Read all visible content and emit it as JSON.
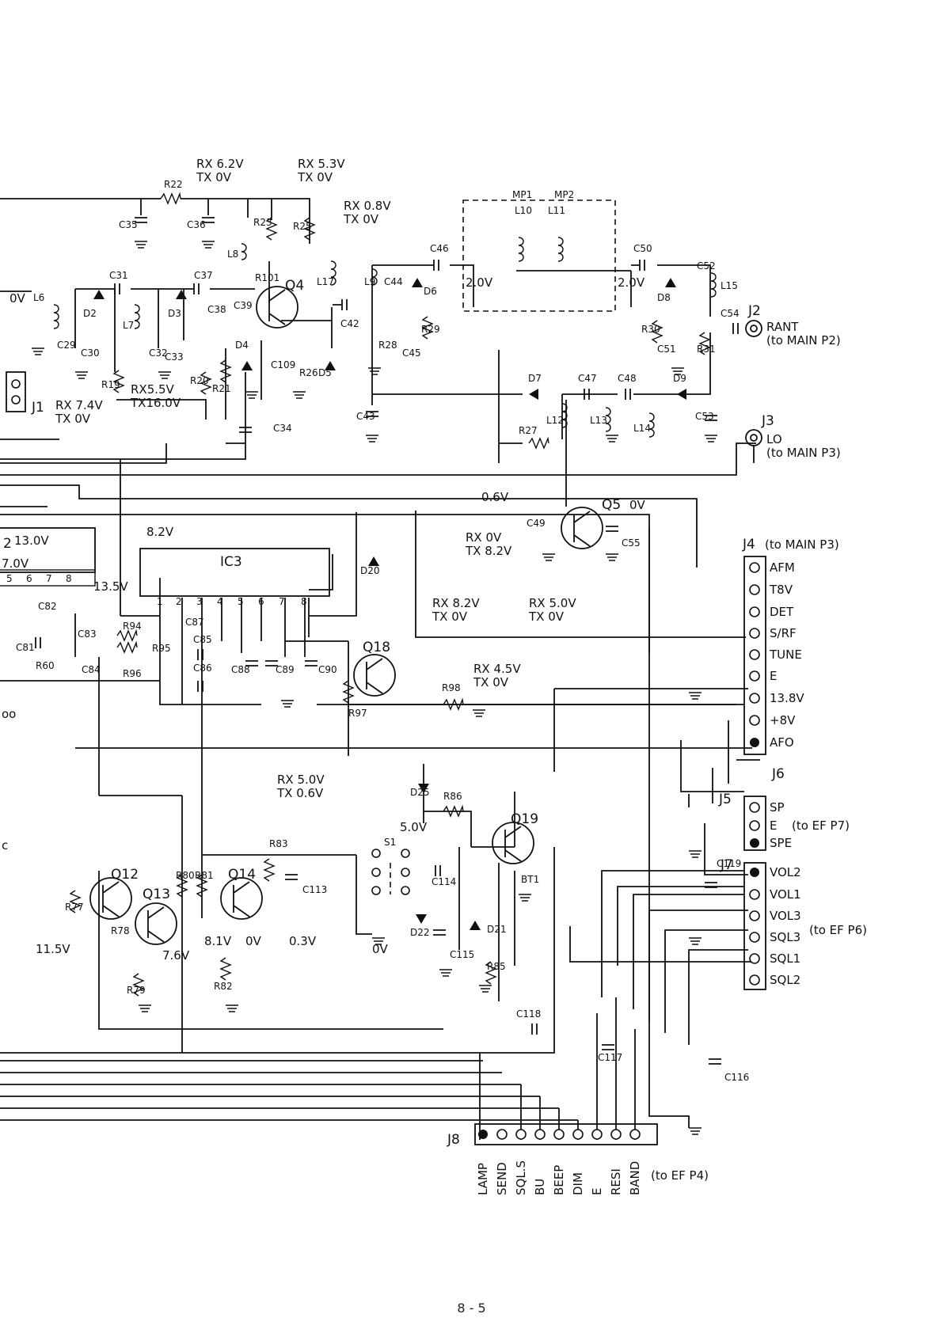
{
  "page_number": "8 - 5",
  "voltages": {
    "r22_node": [
      "RX 6.2V",
      "TX 0V"
    ],
    "q4_collector": [
      "RX 5.3V",
      "TX 0V"
    ],
    "r25_node": [
      "RX 0.8V",
      "TX 0V"
    ],
    "l6_node": "0V",
    "r29_node": "2.0V",
    "r30_node": "2.0V",
    "j1_node": [
      "RX 7.4V",
      "TX 0V"
    ],
    "r20_node": [
      "RX5.5V",
      "TX16.0V"
    ],
    "q5_base": "0.6V",
    "q5_emitter": "0V",
    "ic2_a": "13.0V",
    "ic2_b": "7.0V",
    "ic2_c": "13.5V",
    "supply_82": "8.2V",
    "ic3_out": [
      "RX 0V",
      "TX 8.2V"
    ],
    "j4_det": [
      "RX 8.2V",
      "TX 0V"
    ],
    "j4_srf": [
      "RX 5.0V",
      "TX 0V"
    ],
    "q18_base": [
      "RX 5.0V",
      "TX 0.6V"
    ],
    "r98_node": [
      "RX 4.5V",
      "TX 0V"
    ],
    "q19_node": "5.0V",
    "q12_node": "11.5V",
    "q13_node": "7.6V",
    "q14_base": "8.1V",
    "q14_emitter": "0V",
    "c113_node": "0.3V",
    "d22_node": "0V"
  },
  "components": {
    "transistors": [
      "Q4",
      "Q5",
      "Q18",
      "Q19",
      "Q12",
      "Q13",
      "Q14"
    ],
    "ic": [
      "IC3"
    ],
    "ic2_partial": "2",
    "ic3_pins": [
      "1",
      "2",
      "3",
      "4",
      "5",
      "6",
      "7",
      "8"
    ],
    "ic2_pins": [
      "5",
      "6",
      "7",
      "8"
    ],
    "labels_top": [
      "R22",
      "C35",
      "C36",
      "R23",
      "L8",
      "R101",
      "R25",
      "L17",
      "C109",
      "R26",
      "D5",
      "C42",
      "L9",
      "C44",
      "D6",
      "C46",
      "C45",
      "R28",
      "R29",
      "C43",
      "MP1",
      "MP2",
      "L10",
      "L11",
      "C50",
      "C52",
      "D8",
      "L15",
      "R30",
      "C51",
      "R31",
      "C54",
      "C53",
      "D7",
      "C47",
      "C48",
      "D9",
      "L12",
      "L13",
      "L14",
      "R27",
      "L6",
      "C29",
      "D2",
      "C30",
      "C31",
      "L7",
      "C32",
      "D3",
      "C33",
      "C37",
      "C38",
      "C39",
      "D4",
      "R19",
      "R20",
      "R21",
      "C34",
      "J1"
    ],
    "labels_mid": [
      "C49",
      "C55",
      "D20",
      "C82",
      "C83",
      "C81",
      "R60",
      "C84",
      "R94",
      "R95",
      "R96",
      "C87",
      "C85",
      "C86",
      "C88",
      "C89",
      "C90",
      "R97",
      "R98"
    ],
    "labels_bottom": [
      "D25",
      "R86",
      "S1",
      "C114",
      "BT1",
      "D21",
      "D22",
      "C115",
      "R85",
      "R77",
      "R78",
      "R79",
      "R80",
      "R81",
      "R82",
      "R83",
      "C113",
      "C118",
      "C117",
      "C116",
      "C119"
    ]
  },
  "connectors": {
    "j2": {
      "name": "J2",
      "label": "RANT",
      "note": "(to MAIN P2)"
    },
    "j3": {
      "name": "J3",
      "label": "LO",
      "note": "(to MAIN P3)"
    },
    "j4": {
      "name": "J4",
      "note": "(to MAIN P3)",
      "pins": [
        "AFM",
        "T8V",
        "DET",
        "S/RF",
        "TUNE",
        "E",
        "13.8V",
        "+8V",
        "AFO"
      ]
    },
    "j5": {
      "name": "J5",
      "note": "(to EF P7)",
      "pins": [
        "SP",
        "E",
        "SPE"
      ]
    },
    "j6": {
      "name": "J6"
    },
    "j7": {
      "name": "J7",
      "note": "(to EF P6)",
      "pins": [
        "VOL2",
        "VOL1",
        "VOL3",
        "SQL3",
        "SQL1",
        "SQL2"
      ]
    },
    "j8": {
      "name": "J8",
      "note": "(to EF P4)",
      "pins": [
        "LAMP",
        "SEND",
        "SQL.S",
        "BU",
        "BEEP",
        "DIM",
        "E",
        "RESI",
        "BAND"
      ]
    }
  },
  "fragments": {
    "c_mark": "c",
    "oo_mark": "oo"
  }
}
